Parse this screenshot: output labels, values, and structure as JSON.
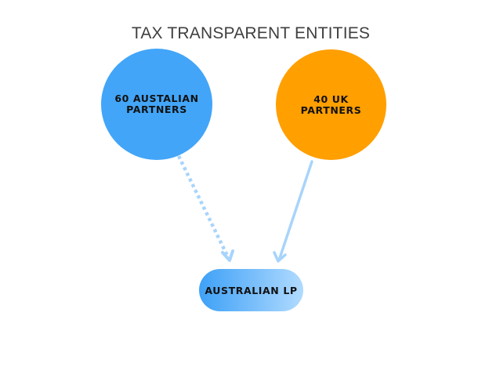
{
  "diagram": {
    "title": "TAX TRANSPARENT ENTITIES",
    "nodes": [
      {
        "id": "au-partners",
        "label_line1": "60 AUSTALIAN",
        "label_line2": "PARTNERS",
        "shape": "circle",
        "color": "#42a5f8"
      },
      {
        "id": "uk-partners",
        "label_line1": "40 UK",
        "label_line2": "PARTNERS",
        "shape": "circle",
        "color": "#ff9f00"
      },
      {
        "id": "australian-lp",
        "label": "AUSTRALIAN LP",
        "shape": "pill",
        "gradient_from": "#3ea1f7",
        "gradient_to": "#b1dbff"
      }
    ],
    "edges": [
      {
        "from": "au-partners",
        "to": "australian-lp",
        "style": "dotted",
        "color": "#a8d4fb"
      },
      {
        "from": "uk-partners",
        "to": "australian-lp",
        "style": "solid",
        "color": "#a8d4fb"
      }
    ]
  }
}
